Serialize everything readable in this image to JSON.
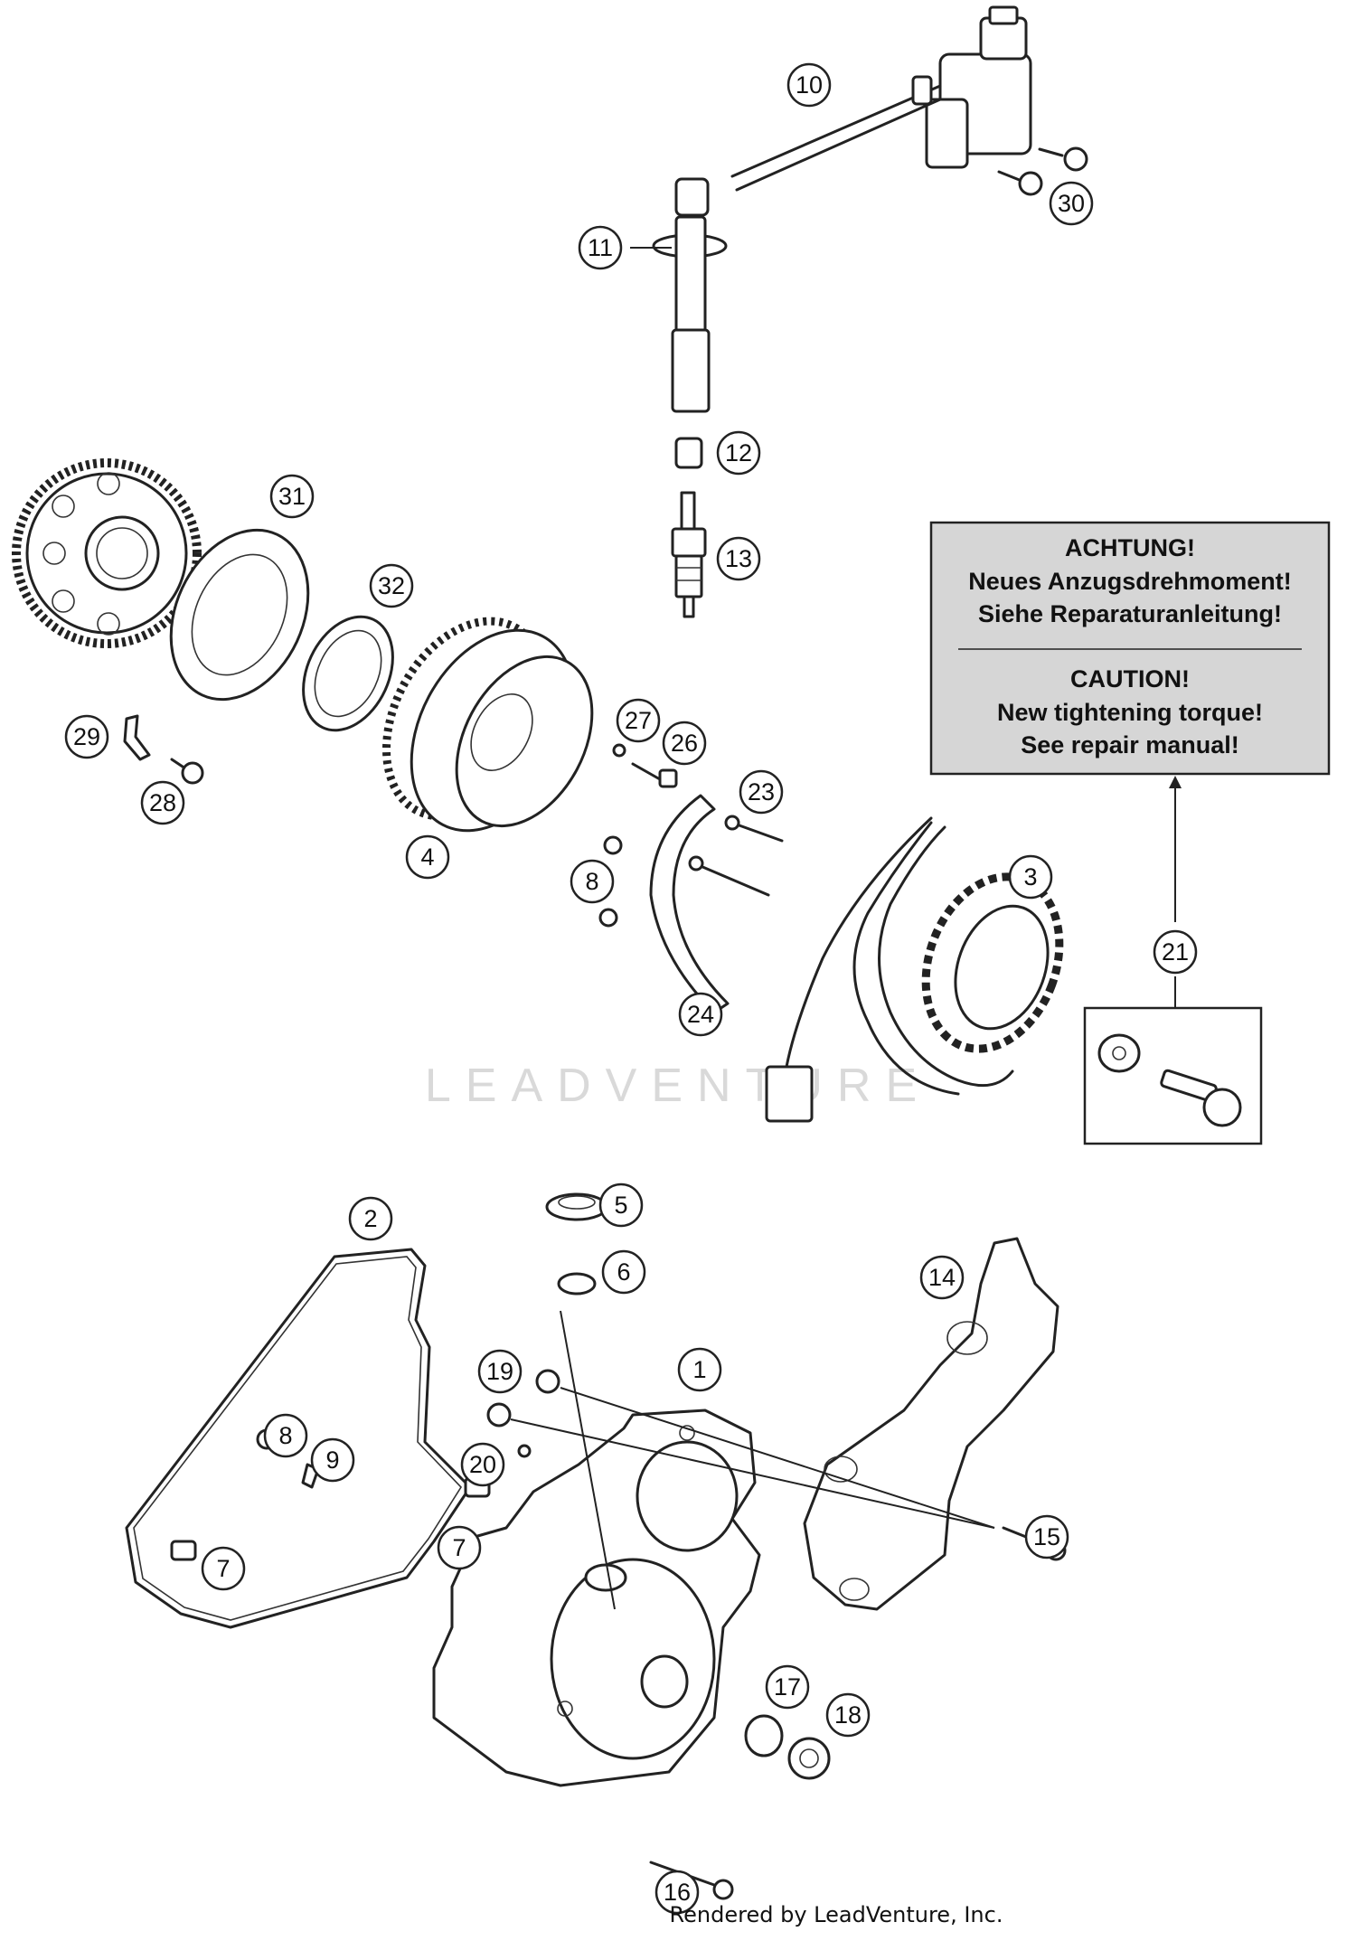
{
  "diagram": {
    "callouts": [
      "1",
      "2",
      "3",
      "4",
      "5",
      "6",
      "7",
      "7",
      "8",
      "8",
      "9",
      "10",
      "11",
      "12",
      "13",
      "14",
      "15",
      "16",
      "17",
      "18",
      "19",
      "20",
      "21",
      "23",
      "24",
      "26",
      "27",
      "28",
      "29",
      "30",
      "31",
      "32"
    ],
    "notice": {
      "de_title": "ACHTUNG!",
      "de_line1": "Neues Anzugsdrehmoment!",
      "de_line2": "Siehe Reparaturanleitung!",
      "en_title": "CAUTION!",
      "en_line1": "New tightening torque!",
      "en_line2": "See repair manual!"
    },
    "watermark": "LEADVENTURE",
    "credit": "Rendered by LeadVenture, Inc.",
    "colors": {
      "line": "#222222",
      "notice_bg": "#d6d6d6",
      "watermark": "#d9d9d9"
    }
  }
}
